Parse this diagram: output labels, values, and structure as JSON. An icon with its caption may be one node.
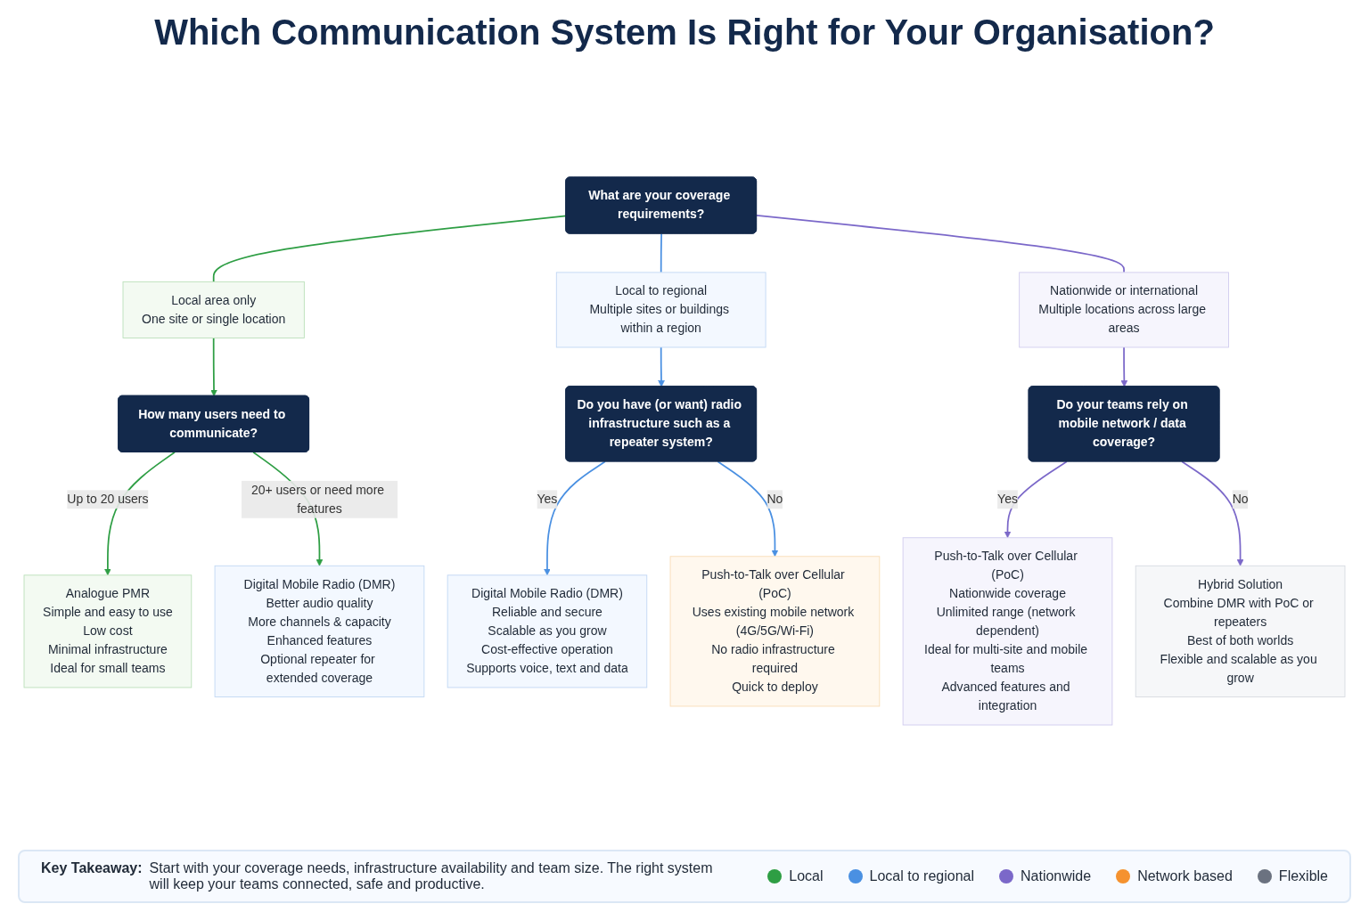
{
  "diagram": {
    "title": "Which Communication System Is Right for Your Organisation?",
    "nodes": [
      {
        "text": [
          "What are your coverage requirements?"
        ]
      },
      {
        "text": [
          "Local area only",
          "One site or single location"
        ]
      },
      {
        "text": [
          "Local to regional",
          "Multiple sites or buildings within a region"
        ]
      },
      {
        "text": [
          "Nationwide or international",
          "Multiple locations across large areas"
        ]
      },
      {
        "text": [
          "How many users need to communicate?"
        ]
      },
      {
        "text": [
          "Do you have (or want) radio infrastructure such as a repeater system?"
        ]
      },
      {
        "text": [
          "Do your teams rely on mobile network / data coverage?"
        ]
      },
      {
        "text": [
          "Analogue PMR",
          "Simple and easy to use",
          "Low cost",
          "Minimal infrastructure",
          "Ideal for small teams"
        ]
      },
      {
        "text": [
          "Digital Mobile Radio (DMR)",
          "Better audio quality",
          "More channels & capacity",
          "Enhanced features",
          "Optional repeater for extended coverage"
        ]
      },
      {
        "text": [
          "Digital Mobile Radio (DMR)",
          "Reliable and secure",
          "Scalable as you grow",
          "Cost-effective operation",
          "Supports voice, text and data"
        ]
      },
      {
        "text": [
          "Push-to-Talk over Cellular (PoC)",
          "Uses existing mobile network (4G/5G/Wi-Fi)",
          "No radio infrastructure required",
          "Quick to deploy"
        ]
      },
      {
        "text": [
          "Push-to-Talk over Cellular (PoC)",
          "Nationwide coverage",
          "Unlimited range (network dependent)",
          "Ideal for multi-site and mobile teams",
          "Advanced features and integration"
        ]
      },
      {
        "text": [
          "Hybrid Solution",
          "Combine DMR with PoC or repeaters",
          "Best of both worlds",
          "Flexible and scalable as you grow"
        ]
      }
    ],
    "labels": [
      "Key Takeaway:",
      "Start with your coverage needs, infrastructure availability and team size. The right system will keep your teams connected, safe and productive."
    ],
    "edges": [
      {
        "from": 0,
        "to": 1,
        "arrow": "none",
        "color": "#2e9e44"
      },
      {
        "from": 0,
        "to": 2,
        "arrow": "none",
        "color": "#4a90e2"
      },
      {
        "from": 0,
        "to": 3,
        "arrow": "none",
        "color": "#7b68c9"
      },
      {
        "from": 1,
        "to": 4,
        "arrow": "to",
        "color": "#2e9e44"
      },
      {
        "from": 2,
        "to": 5,
        "arrow": "to",
        "color": "#4a90e2"
      },
      {
        "from": 3,
        "to": 6,
        "arrow": "to",
        "color": "#7b68c9"
      },
      {
        "from": 4,
        "to": 7,
        "arrow": "to",
        "label": "Up to 20 users",
        "color": "#2e9e44"
      },
      {
        "from": 4,
        "to": 8,
        "arrow": "to",
        "label": "20+ users or need more features",
        "color": "#2e9e44"
      },
      {
        "from": 5,
        "to": 9,
        "arrow": "to",
        "label": "Yes",
        "color": "#4a90e2"
      },
      {
        "from": 5,
        "to": 10,
        "arrow": "to",
        "label": "No",
        "color": "#4a90e2"
      },
      {
        "from": 6,
        "to": 11,
        "arrow": "to",
        "label": "Yes",
        "color": "#7b68c9"
      },
      {
        "from": 6,
        "to": 12,
        "arrow": "to",
        "label": "No",
        "color": "#7b68c9"
      }
    ],
    "legend": [
      {
        "text": "Local",
        "color": "#2e9e44"
      },
      {
        "text": "Local to regional",
        "color": "#4a90e2"
      },
      {
        "text": "Nationwide",
        "color": "#7b68c9"
      },
      {
        "text": "Network based",
        "color": "#f5922f"
      },
      {
        "text": "Flexible",
        "color": "#6b7280"
      }
    ]
  }
}
